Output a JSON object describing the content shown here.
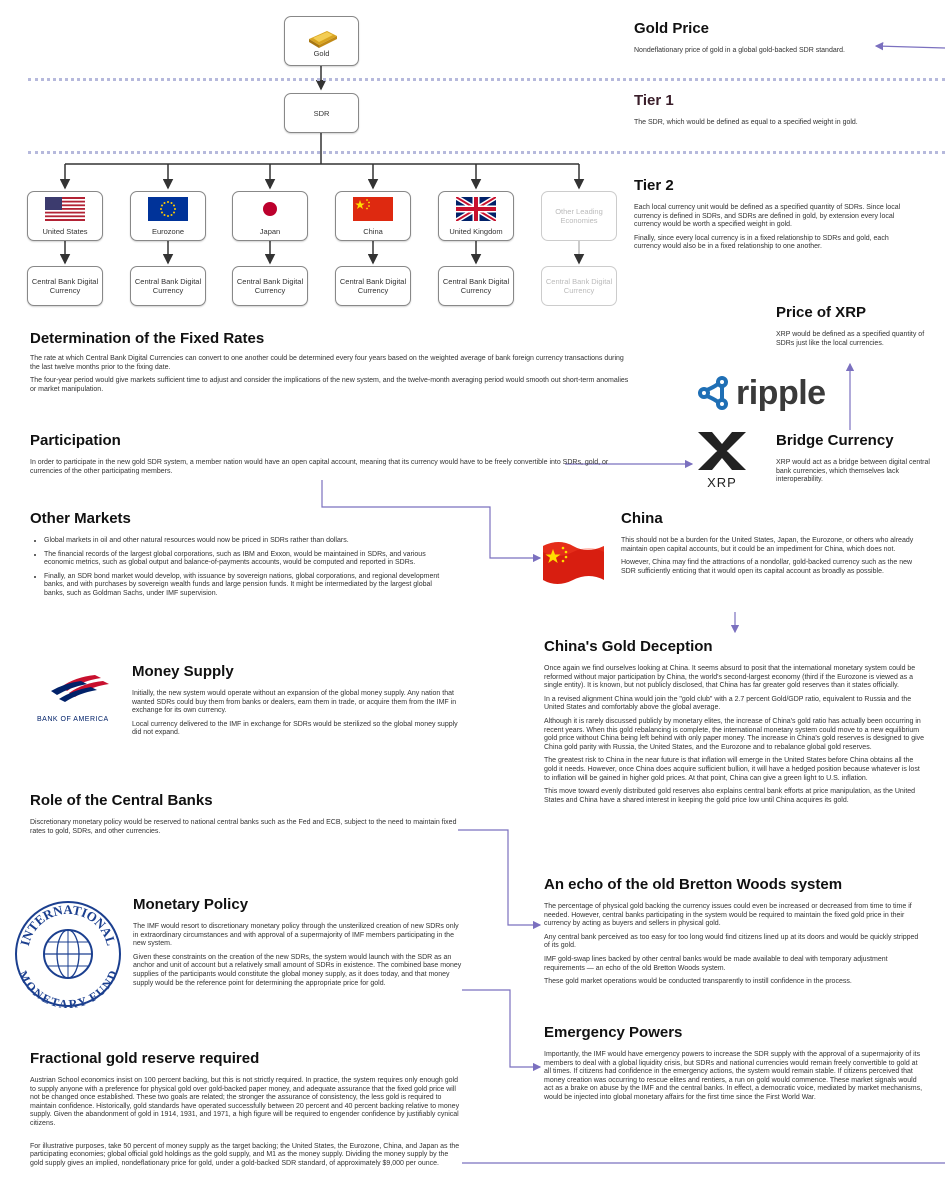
{
  "gold_price": {
    "heading": "Gold Price",
    "text": "Nondeflationary price of gold in a global gold-backed SDR standard.",
    "box_label": "Gold"
  },
  "tier1": {
    "heading": "Tier 1",
    "text": "The SDR, which would be defined as equal to a specified weight in gold.",
    "box_label": "SDR"
  },
  "tier2": {
    "heading": "Tier 2",
    "paragraphs": [
      "Each local currency unit would be defined as a specified quantity of SDRs. Since local currency is defined in SDRs, and SDRs are defined in gold, by extension every local currency would be worth a specified weight in gold.",
      "Finally, since every local currency is in a fixed relationship to SDRs and gold, each currency would also be in a fixed relationship to one another."
    ],
    "countries": [
      {
        "label": "United States",
        "flag": "us-flag-icon"
      },
      {
        "label": "Eurozone",
        "flag": "eu-flag-icon"
      },
      {
        "label": "Japan",
        "flag": "japan-flag-icon"
      },
      {
        "label": "China",
        "flag": "china-flag-icon"
      },
      {
        "label": "United Kingdom",
        "flag": "uk-flag-icon"
      },
      {
        "label": "Other Leading Economies",
        "flag": ""
      }
    ],
    "cbdc_label": "Central Bank Digital Currency"
  },
  "fixed_rates": {
    "heading": "Determination of the Fixed Rates",
    "paragraphs": [
      "The rate at which Central Bank Digital Currencies can convert to one another could be determined every four years based on the weighted average of bank foreign currency transactions during the last twelve months prior to the fixing date.",
      "The four-year period would give markets sufficient time to adjust and consider the implications of the new system, and the twelve-month averaging period would smooth out short-term anomalies or market manipulation."
    ]
  },
  "participation": {
    "heading": "Participation",
    "text": "In order to participate in the new gold SDR system, a member nation would have an open capital account, meaning that its currency would have to be freely convertible into SDRs, gold, or currencies of the other participating members."
  },
  "other_markets": {
    "heading": "Other Markets",
    "items": [
      "Global markets in oil and other natural resources would now be priced in SDRs rather than dollars.",
      "The financial records of the largest global corporations, such as IBM and Exxon, would be maintained in SDRs, and various economic metrics, such as global output and balance-of-payments accounts, would be computed and reported in SDRs.",
      "Finally, an SDR bond market would develop, with issuance by sovereign nations, global corporations, and regional development banks, and with purchases by sovereign wealth funds and large pension funds. It might be intermediated by the largest global banks, such as Goldman Sachs, under IMF supervision."
    ]
  },
  "money_supply": {
    "heading": "Money Supply",
    "logo_text": "BANK OF AMERICA",
    "paragraphs": [
      "Initially, the new system would operate without an expansion of the global money supply. Any nation that wanted SDRs could buy them from banks or dealers, earn them in trade, or acquire them from the IMF in exchange for its own currency.",
      "Local currency delivered to the IMF in exchange for SDRs would be sterilized so the global money supply did not expand."
    ]
  },
  "central_banks": {
    "heading": "Role of the Central Banks",
    "text": "Discretionary monetary policy would be reserved to national central banks such as the Fed and ECB, subject to the need to maintain fixed rates to gold, SDRs, and other currencies."
  },
  "monetary_policy": {
    "heading": "Monetary Policy",
    "logo_top": "INTERNATIONAL",
    "logo_bottom": "MONETARY FUND",
    "paragraphs": [
      "The IMF would resort to discretionary monetary policy through the unsterilized creation of new SDRs only in extraordinary circumstances and with approval of a supermajority of IMF members participating in the new system.",
      "Given these constraints on the creation of the new SDRs, the system would launch with the SDR as an anchor and unit of account but a relatively small amount of SDRs in existence. The combined base money supplies of the participants would constitute the global money supply, as it does today, and that money supply would be the reference point for determining the appropriate price for gold."
    ]
  },
  "fractional": {
    "heading": "Fractional gold reserve required",
    "paragraphs": [
      "Austrian School economics insist on 100 percent backing, but this is not strictly required. In practice, the system requires only enough gold to supply anyone with a preference for physical gold over gold-backed paper money, and adequate assurance that the fixed gold price will not be changed once established. These two goals are related; the stronger the assurance of consistency, the less gold is required to maintain confidence. Historically, gold standards have operated successfully between 20 percent and 40 percent backing relative to money supply. Given the abandonment of gold in 1914, 1931, and 1971, a high figure will be required to engender confidence by justifiably cynical citizens.",
      "For illustrative purposes, take 50 percent of money supply as the target backing; the United States, the Eurozone, China, and Japan as the participating economies; global official gold holdings as the gold supply, and M1 as the money supply. Dividing the money supply by the gold supply gives an implied, nondeflationary price for gold, under a gold-backed SDR standard, of approximately $9,000 per ounce."
    ]
  },
  "price_xrp": {
    "heading": "Price of XRP",
    "text": "XRP would be defined as a specified quantity of SDRs just like the local currencies."
  },
  "ripple_logo": "ripple",
  "xrp_logo": "XRP",
  "bridge": {
    "heading": "Bridge Currency",
    "text": "XRP would act as a bridge between digital central bank currencies, which themselves lack interoperability."
  },
  "china": {
    "heading": "China",
    "paragraphs": [
      "This should not be a burden for the United States, Japan, the Eurozone, or others who already maintain open capital accounts, but it could be an impediment for China, which does not.",
      "However, China may find the attractions of a nondollar, gold-backed currency such as the new SDR sufficiently enticing that it would open its capital account as broadly as possible."
    ]
  },
  "deception": {
    "heading": "China's Gold Deception",
    "paragraphs": [
      "Once again we find ourselves looking at China. It seems absurd to posit that the international monetary system could be reformed without major participation by China, the world's second-largest economy (third if the Eurozone is viewed as a single entity). It is known, but not publicly disclosed, that China has far greater gold reserves than it states officially.",
      "In a revised alignment China would join the \"gold club\" with a 2.7 percent Gold/GDP ratio, equivalent to Russia and the United States and comfortably above the global average.",
      "Although it is rarely discussed publicly by monetary elites, the increase of China's gold ratio has actually been occurring in recent years. When this gold rebalancing is complete, the international monetary system could move to a new equilibrium gold price without China being left behind with only paper money. The increase in China's gold reserves is designed to give China gold parity with Russia, the United States, and the Eurozone and to rebalance global gold reserves.",
      "The greatest risk to China in the near future is that inflation will emerge in the United States before China obtains all the gold it needs. However, once China does acquire sufficient bullion, it will have a hedged position because whatever is lost to inflation will be gained in higher gold prices. At that point, China can give a green light to U.S. inflation.",
      "This move toward evenly distributed gold reserves also explains central bank efforts at price manipulation, as the United States and China have a shared interest in keeping the gold price low until China acquires its gold."
    ]
  },
  "bretton": {
    "heading": "An echo of the old Bretton Woods system",
    "paragraphs": [
      "The percentage of physical gold backing the currency issues could even be increased or decreased from time to time if needed. However, central banks participating in the system would be required to maintain the fixed gold price in their currency by acting as buyers and sellers in physical gold.",
      "Any central bank perceived as too easy for too long would find citizens lined up at its doors and would be quickly stripped of its gold.",
      "IMF gold-swap lines backed by other central banks would be made available to deal with temporary adjustment requirements — an echo of the old Bretton Woods system.",
      "These gold market operations would be conducted transparently to instill confidence in the process."
    ]
  },
  "emergency": {
    "heading": "Emergency Powers",
    "text": "Importantly, the IMF would have emergency powers to increase the SDR supply with the approval of a supermajority of its members to deal with a global liquidity crisis, but SDRs and national currencies would remain freely convertible to gold at all times. If citizens had confidence in the emergency actions, the system would remain stable. If citizens perceived that money creation was occurring to rescue elites and rentiers, a run on gold would commence. These market signals would act as a brake on abuse by the IMF and the central banks. In effect, a democratic voice, mediated by market mechanisms, would be injected into global monetary affairs for the first time since the First World War."
  },
  "colors": {
    "arrow": "#7b70bf",
    "line": "#333333",
    "ripple_blue": "#1f6fb5",
    "boa_red": "#c8102e",
    "boa_blue": "#012169"
  }
}
